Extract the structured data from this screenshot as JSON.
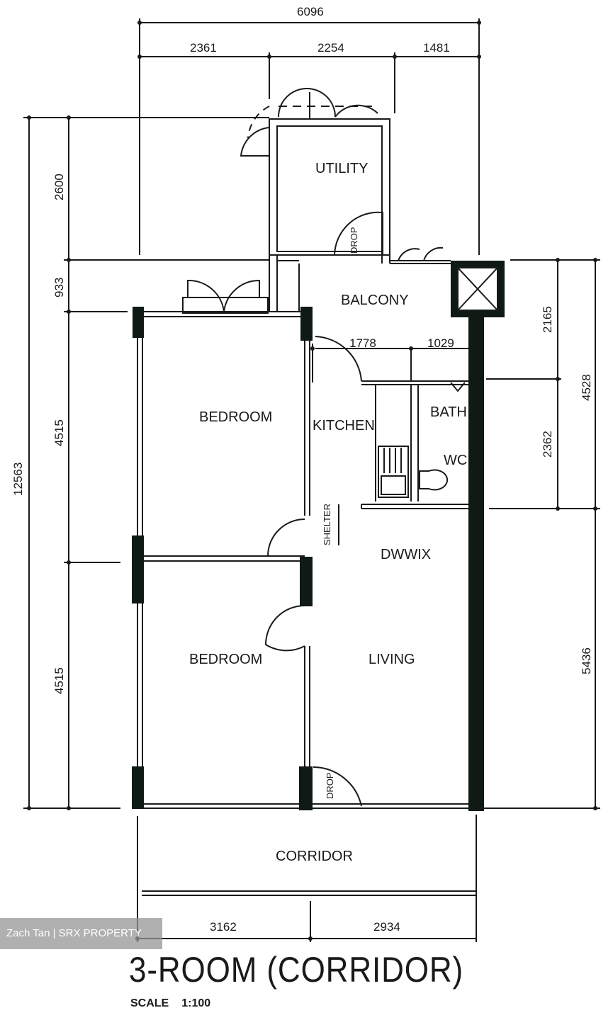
{
  "plan": {
    "title": "3-ROOM (CORRIDOR)",
    "scale_label": "SCALE",
    "scale_value": "1:100"
  },
  "dimensions": {
    "top_total": "6096",
    "top_segments": [
      "2361",
      "2254",
      "1481"
    ],
    "left_total": "12563",
    "left_segments": [
      "2600",
      "933",
      "4515",
      "4515"
    ],
    "right_segments_inner": [
      "2165",
      "2362"
    ],
    "right_outer": [
      "4528",
      "5436"
    ],
    "kitchen_bath": [
      "1778",
      "1029"
    ],
    "bottom_segments": [
      "3162",
      "2934"
    ]
  },
  "rooms": {
    "utility": "UTILITY",
    "balcony": "BALCONY",
    "bedroom_1": "BEDROOM",
    "bedroom_2": "BEDROOM",
    "kitchen": "KITCHEN",
    "bath": "BATH",
    "wc": "WC",
    "dining": "DWWIX",
    "living": "LIVING",
    "corridor": "CORRIDOR"
  },
  "labels": {
    "drop_utility": "DROP",
    "drop_entrance": "DROP",
    "shelter": "SHELTER"
  },
  "watermark": "Zach Tan | SRX PROPERTY",
  "colors": {
    "line": "#1a1a1a",
    "wall_fill": "#0f1a14",
    "watermark_bg": "#969696"
  }
}
